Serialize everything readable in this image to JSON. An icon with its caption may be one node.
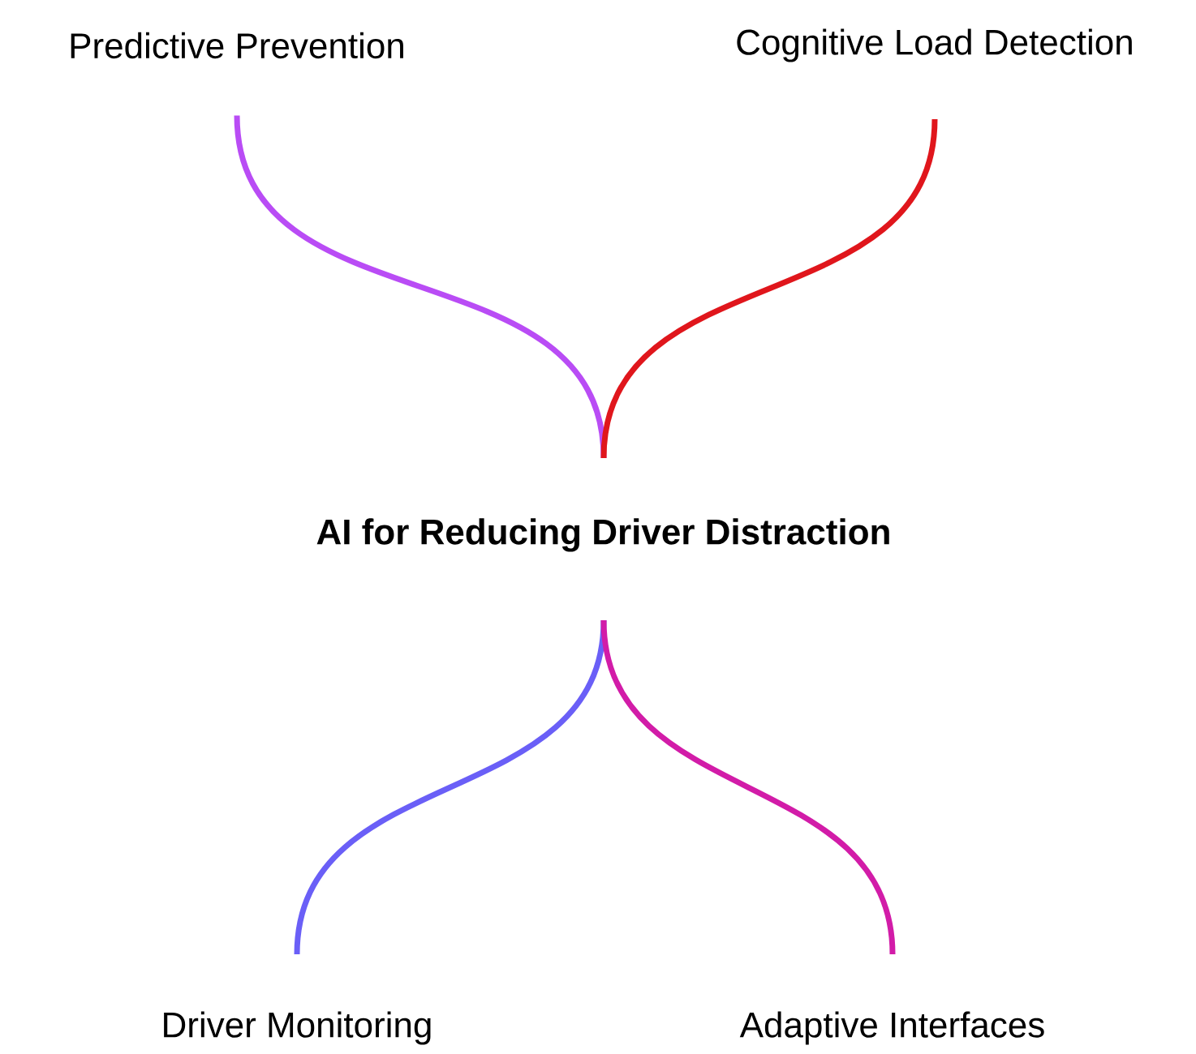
{
  "diagram": {
    "nodes": [
      {
        "text": [
          "AI for Reducing Driver Distraction"
        ]
      },
      {
        "text": [
          "Predictive Prevention"
        ]
      },
      {
        "text": [
          "Cognitive Load Detection"
        ]
      },
      {
        "text": [
          "Driver Monitoring"
        ]
      },
      {
        "text": [
          "Adaptive Interfaces"
        ]
      }
    ],
    "edges": [
      {
        "from": 0,
        "to": 1,
        "arrow": "none",
        "color": "#b94cf5"
      },
      {
        "from": 0,
        "to": 2,
        "arrow": "none",
        "color": "#e0161c"
      },
      {
        "from": 0,
        "to": 3,
        "arrow": "none",
        "color": "#6a5ff7"
      },
      {
        "from": 0,
        "to": 4,
        "arrow": "none",
        "color": "#d21ca8"
      }
    ]
  }
}
